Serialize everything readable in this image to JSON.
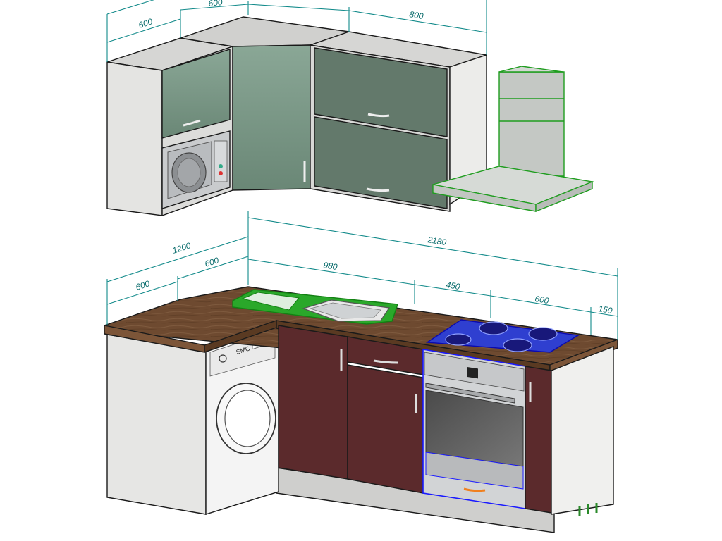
{
  "upper_dimensions": {
    "left": "600",
    "corner": "600",
    "right": "800"
  },
  "lower_dimensions": {
    "total": "2180",
    "side_total": "1200",
    "side_front": "600",
    "side_back": "600",
    "sink_run": "980",
    "middle": "450",
    "hob_cabinet": "600",
    "end_panel": "150"
  },
  "appliances": {
    "washer_brand": "SMC"
  },
  "colors": {
    "dimension": "#128a8a",
    "upper_front": "#6d8676",
    "lower_front": "#5b2a2c",
    "countertop": "#6e4a30",
    "carcass": "#e4e4e2",
    "sink_highlight": "#1f9d1f",
    "hob_highlight": "#1a1aff",
    "hood_highlight": "#1f9d1f"
  }
}
